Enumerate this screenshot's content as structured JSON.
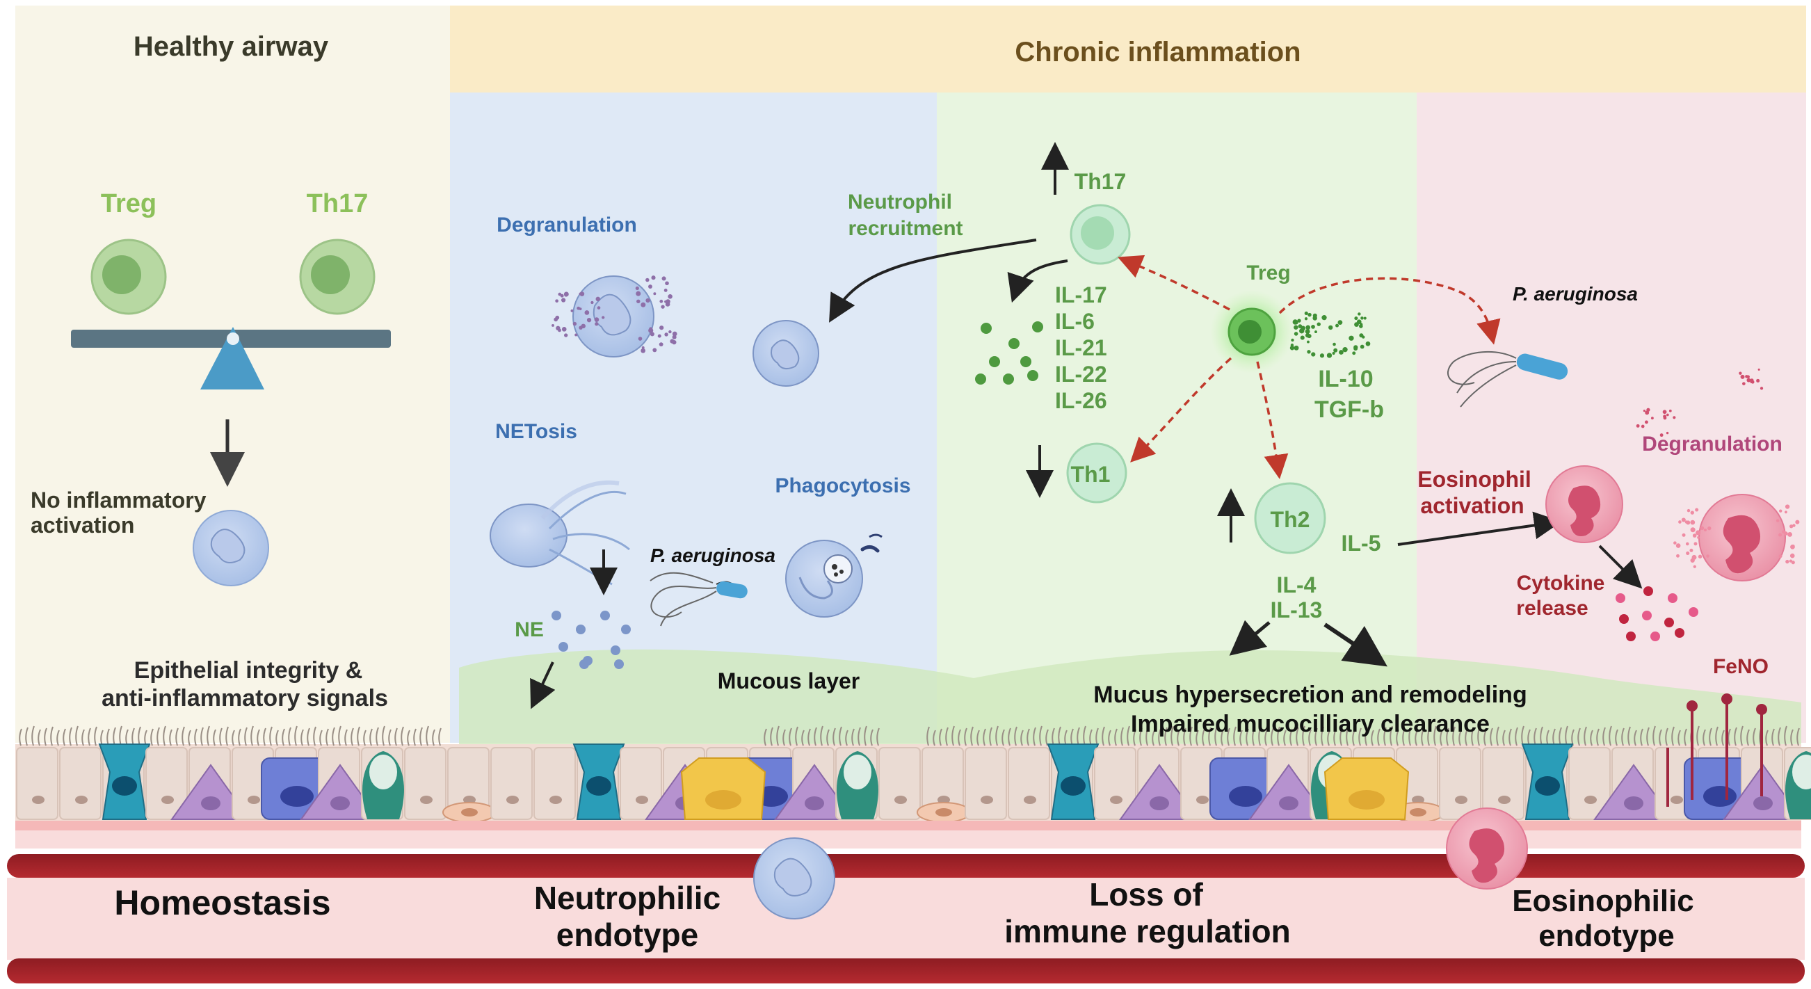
{
  "panels": {
    "healthy": {
      "title": "Healthy airway",
      "treg": "Treg",
      "th17": "Th17",
      "no_activation": [
        "No inflammatory",
        "activation"
      ],
      "integrity": [
        "Epithelial integrity &",
        "anti-inflammatory signals"
      ],
      "bottom": "Homeostasis"
    },
    "chronic": {
      "title": "Chronic inflammation"
    },
    "neutrophilic": {
      "degranulation": "Degranulation",
      "netosis": "NETosis",
      "phagocytosis": "Phagocytosis",
      "p_aeruginosa": "P. aeruginosa",
      "ne": "NE",
      "recruitment": [
        "Neutrophil",
        "recruitment"
      ],
      "mucous_layer": "Mucous layer",
      "bottom": [
        "Neutrophilic",
        "endotype"
      ]
    },
    "regulation": {
      "th17": "Th17",
      "treg": "Treg",
      "th1": "Th1",
      "th2": "Th2",
      "th17_cytokines": [
        "IL-17",
        "IL-6",
        "IL-21",
        "IL-22",
        "IL-26"
      ],
      "treg_cytokines": [
        "IL-10",
        "TGF-b"
      ],
      "il5": "IL-5",
      "th2_cytokines": [
        "IL-4",
        "IL-13"
      ],
      "mucus": [
        "Mucus hypersecretion and remodeling",
        "Impaired mucocilliary clearance"
      ],
      "bottom": [
        "Loss of",
        "immune regulation"
      ]
    },
    "eosinophilic": {
      "p_aeruginosa": "P. aeruginosa",
      "degranulation": "Degranulation",
      "activation": [
        "Eosinophil",
        "activation"
      ],
      "cytokine": [
        "Cytokine",
        "release"
      ],
      "feno": "FeNO",
      "bottom": [
        "Eosinophilic",
        "endotype"
      ]
    }
  },
  "colors": {
    "healthy_bg": "#f8f5e8",
    "header_bg": "#faebc7",
    "neutro_bg": "#dfe9f6",
    "regul_bg": "#e8f5e0",
    "eosin_bg": "#f6e4e8",
    "green_text": "#5a9a48",
    "light_green_text": "#8cc05a",
    "blue_text": "#3c6fb0",
    "maroon_text": "#a0262e",
    "dark_text": "#3a3a2a",
    "blood_dark": "#a2232a",
    "blood_light": "#f9dcdc"
  }
}
